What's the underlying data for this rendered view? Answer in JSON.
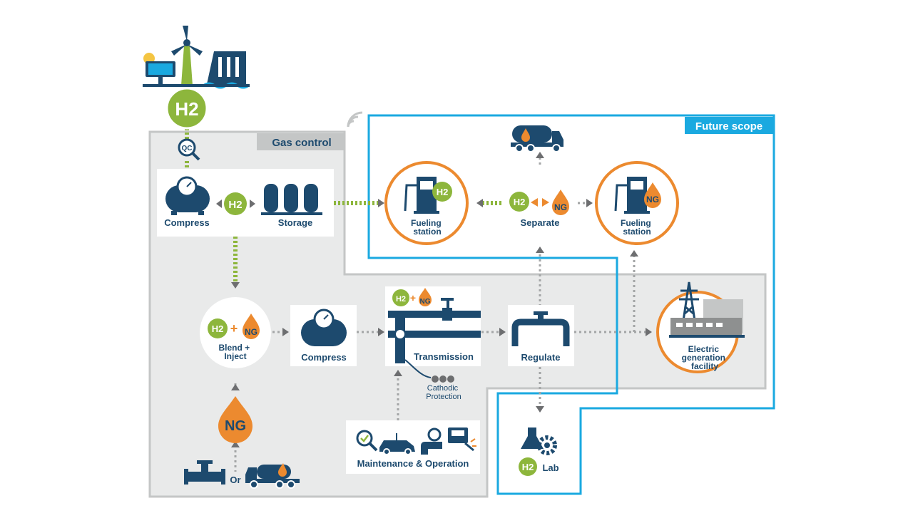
{
  "regions": {
    "gas_control": "Gas control",
    "future_scope": "Future scope"
  },
  "chips": {
    "h2": "H2",
    "ng": "NG",
    "qc": "QC",
    "plus": "+"
  },
  "nodes": {
    "compress_top": "Compress",
    "storage": "Storage",
    "fueling_station_h2": [
      "Fueling",
      "station"
    ],
    "separate": "Separate",
    "fueling_station_ng": [
      "Fueling",
      "station"
    ],
    "blend_inject": [
      "Blend +",
      "Inject"
    ],
    "compress_mid": "Compress",
    "transmission": "Transmission",
    "regulate": "Regulate",
    "electric_generation": [
      "Electric",
      "generation",
      "facility"
    ],
    "cathodic_protection": [
      "Cathodic",
      "Protection"
    ],
    "maintenance": "Maintenance & Operation",
    "lab": "Lab",
    "or": "Or"
  },
  "colors": {
    "navy": "#1d4a6e",
    "green": "#8db63c",
    "orange": "#ec8a2f",
    "cyan": "#1aa9e0",
    "gray_region": "#e9eaea",
    "gray_border": "#c4c6c6"
  }
}
